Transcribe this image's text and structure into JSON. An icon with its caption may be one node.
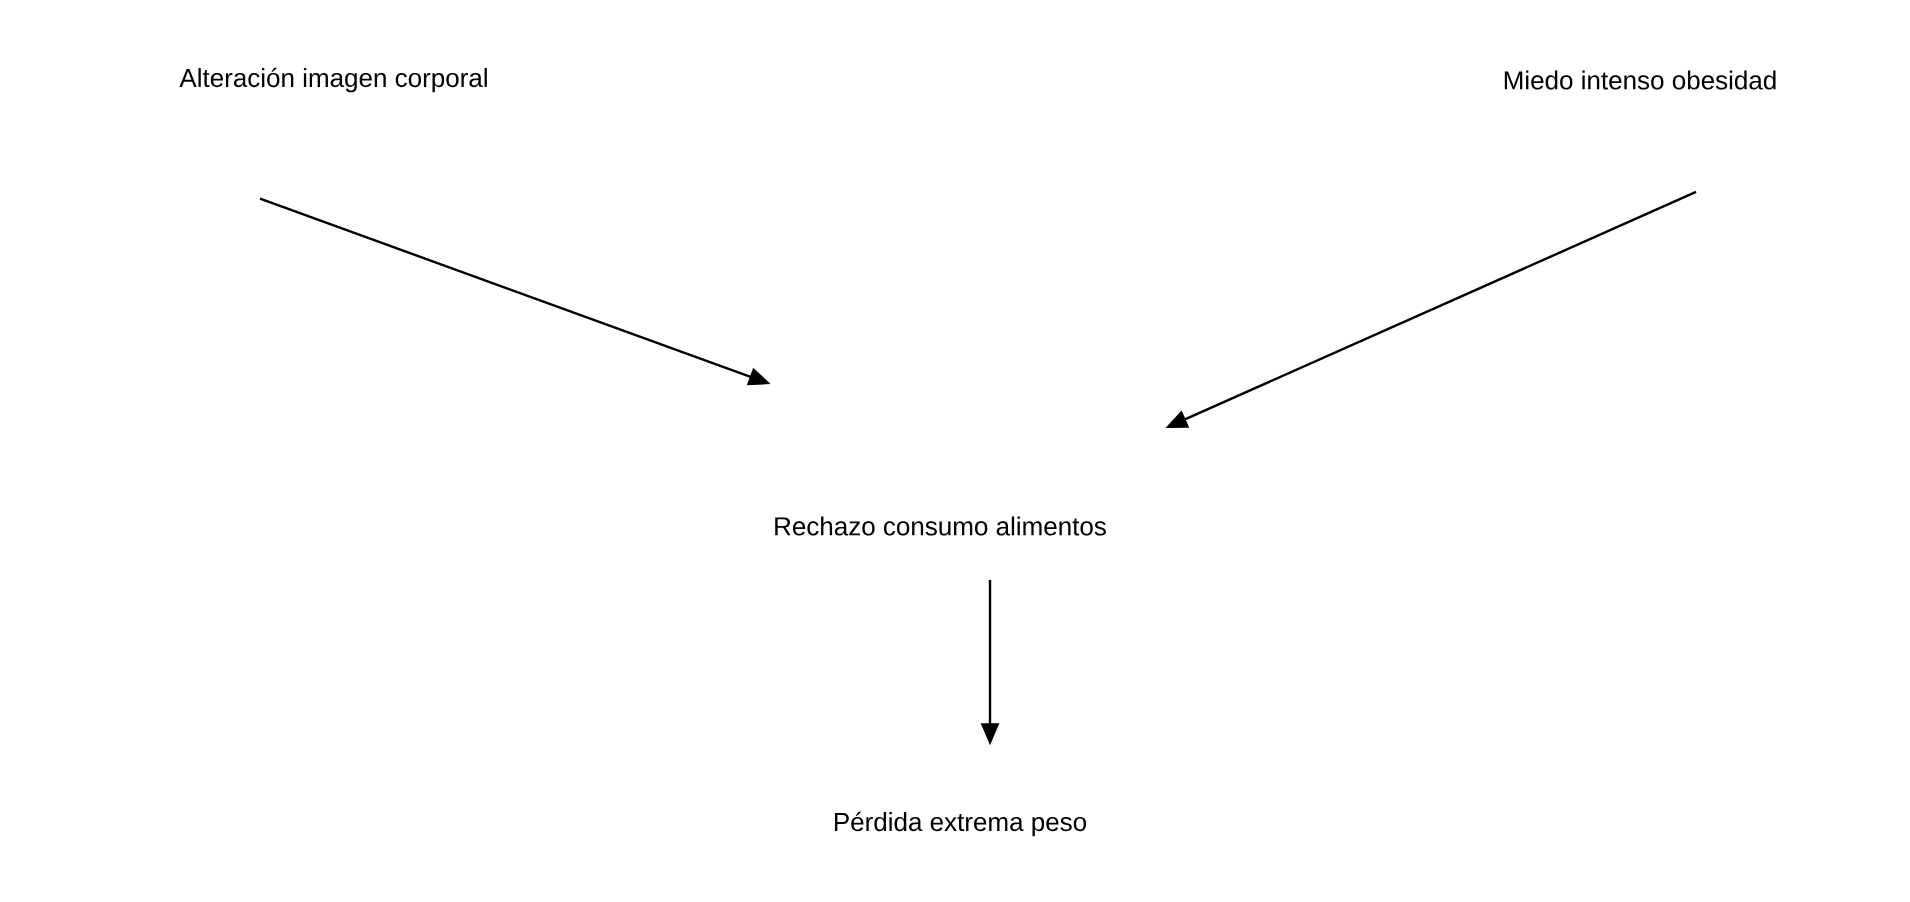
{
  "diagram": {
    "nodes": [
      {
        "text": [
          "Alteración imagen corporal"
        ]
      },
      {
        "text": [
          "Miedo intenso obesidad"
        ]
      },
      {
        "text": [
          "Rechazo consumo alimentos"
        ]
      },
      {
        "text": [
          "Pérdida extrema peso"
        ]
      }
    ],
    "edges": [
      {
        "from": 0,
        "to": 2,
        "arrow": "to"
      },
      {
        "from": 1,
        "to": 2,
        "arrow": "to"
      },
      {
        "from": 2,
        "to": 3,
        "arrow": "to"
      }
    ]
  }
}
